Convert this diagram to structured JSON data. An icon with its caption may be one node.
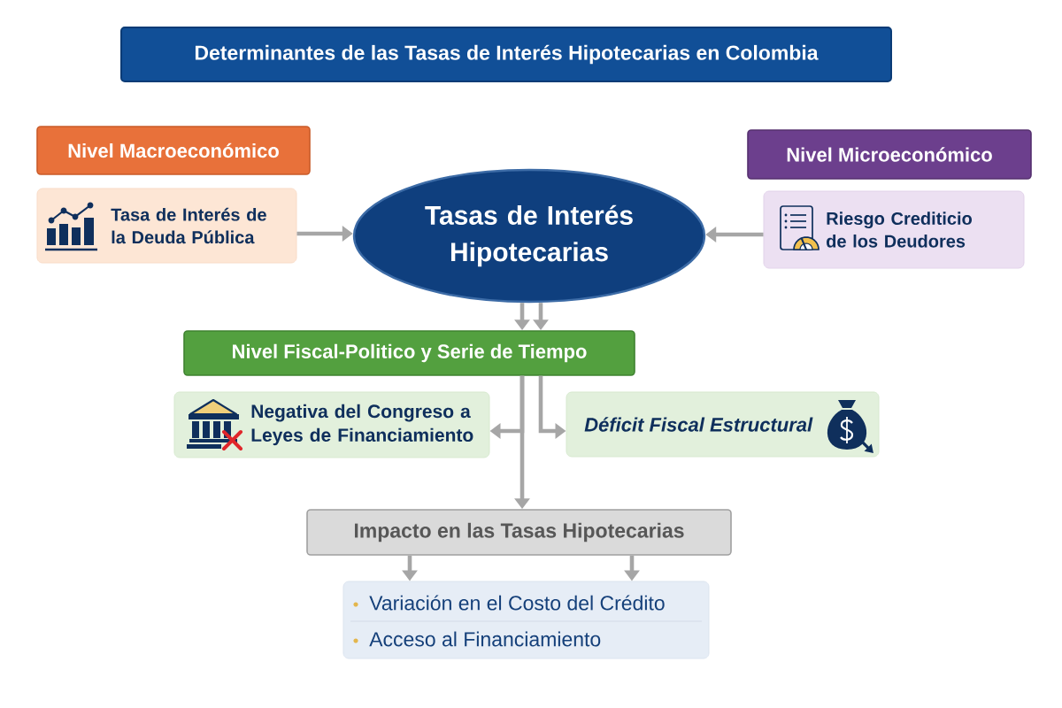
{
  "diagram": {
    "title": "Determinantes de las Tasas de Interés Hipotecarias en Colombia",
    "nodes": [
      {
        "text": [
          "Nivel Macroeconómico"
        ]
      },
      {
        "text": [
          "Nivel Microeconómico"
        ]
      },
      {
        "text": [
          "Tasa de Interés de la Deuda Pública"
        ]
      },
      {
        "text": [
          "Tasas de Interés Hipotecarias"
        ]
      },
      {
        "text": [
          "Riesgo Crediticio de los Deudores"
        ]
      },
      {
        "text": [
          "Nivel Fiscal-Politico y Serie de Tiempo"
        ]
      },
      {
        "text": [
          "Negativa del Congreso a Leyes de Financiamiento"
        ]
      },
      {
        "text": [
          "Déficit Fiscal Estructural"
        ]
      },
      {
        "text": [
          "Impacto en las Tasas Hipotecarias"
        ]
      },
      {
        "text": [
          "Variación en el Costo del Crédito",
          "Acceso al Financiamiento"
        ]
      }
    ],
    "edges": [
      {
        "from": 2,
        "to": 3,
        "arrow": "to"
      },
      {
        "from": 4,
        "to": 3,
        "arrow": "to"
      },
      {
        "from": 3,
        "to": 5,
        "arrow": "to"
      },
      {
        "from": 3,
        "to": 5,
        "arrow": "to"
      },
      {
        "from": 5,
        "to": 6,
        "arrow": "to"
      },
      {
        "from": 5,
        "to": 8,
        "arrow": "to"
      },
      {
        "from": 5,
        "to": 7,
        "arrow": "to"
      },
      {
        "from": 8,
        "to": 9,
        "arrow": "to"
      },
      {
        "from": 8,
        "to": 9,
        "arrow": "to"
      }
    ]
  }
}
